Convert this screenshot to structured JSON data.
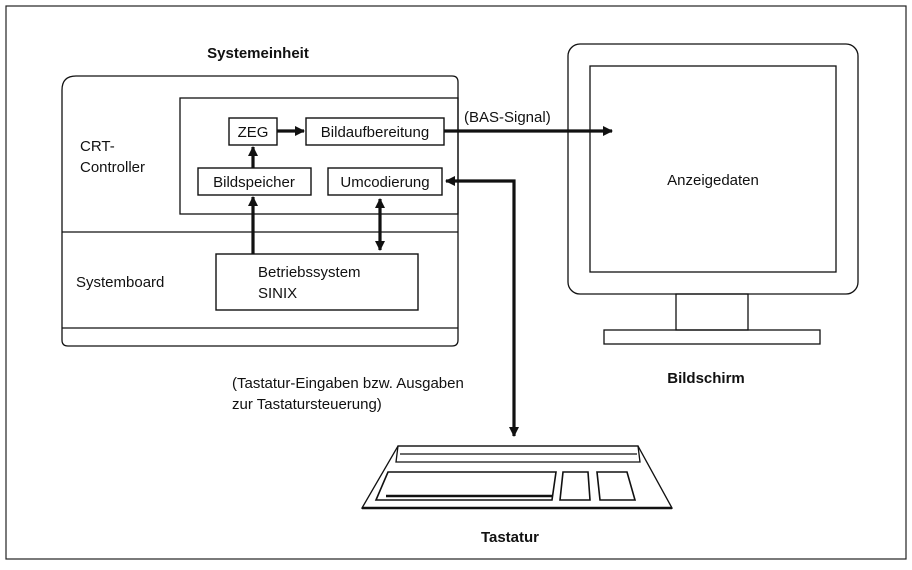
{
  "titles": {
    "system_unit": "Systemeinheit",
    "screen": "Bildschirm",
    "keyboard": "Tastatur"
  },
  "system_unit": {
    "crt_controller_line1": "CRT-",
    "crt_controller_line2": "Controller",
    "systemboard": "Systemboard",
    "zeg": "ZEG",
    "bildaufbereitung": "Bildaufbereitung",
    "bildspeicher": "Bildspeicher",
    "umcodierung": "Umcodierung",
    "betriebssystem_line1": "Betriebssystem",
    "betriebssystem_line2": "SINIX"
  },
  "signals": {
    "bas_signal": "(BAS-Signal)",
    "keyboard_io_line1": "(Tastatur-Eingaben bzw. Ausgaben",
    "keyboard_io_line2": "zur Tastatursteuerung)"
  },
  "monitor": {
    "display_label": "Anzeigedaten"
  }
}
